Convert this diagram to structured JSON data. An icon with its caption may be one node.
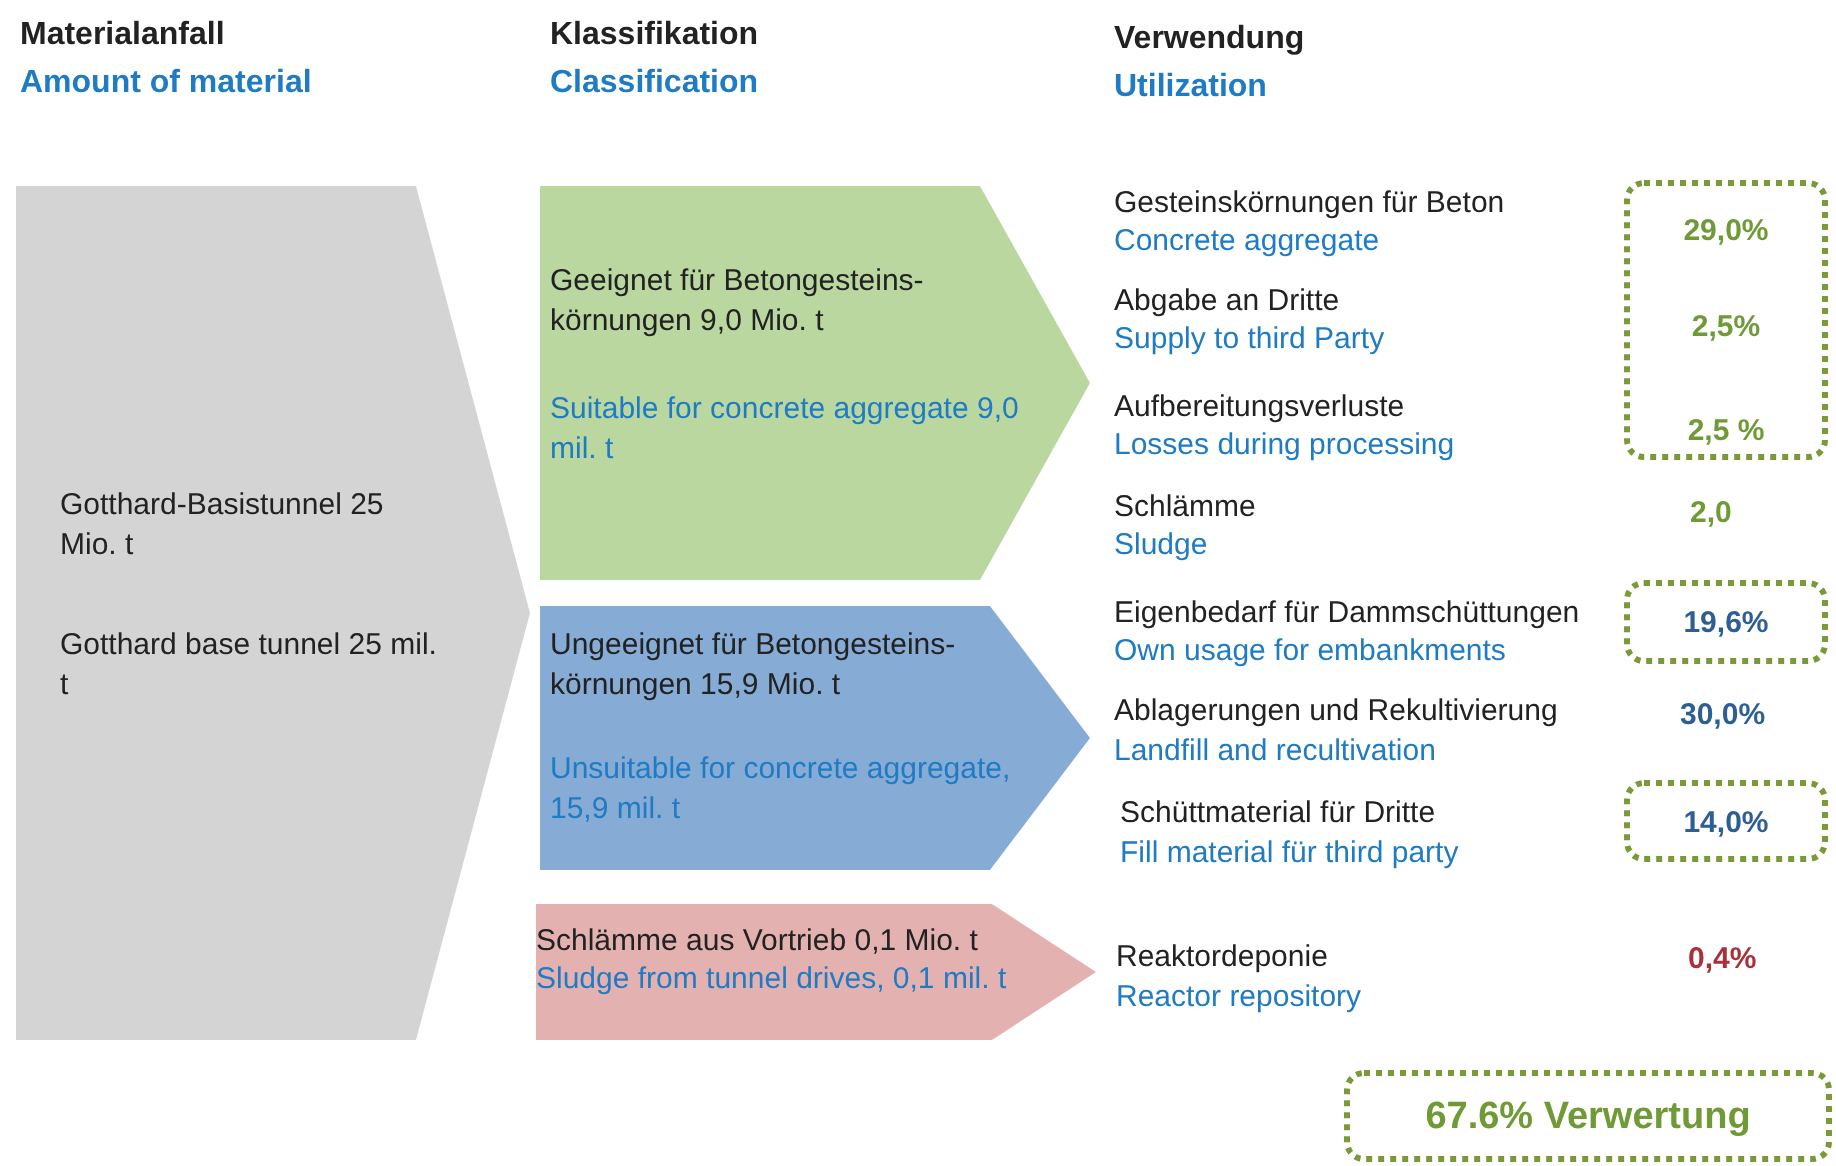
{
  "diagram": {
    "nodes": [
      {
        "text": [
          "Gotthard-Basistunnel 25 Mio. t",
          "Gotthard base tunnel 25 mil. t"
        ]
      },
      {
        "text": [
          "Geeignet für Betongesteins- körnungen 9,0 Mio. t",
          "Suitable for concrete aggregate 9,0 mil. t"
        ]
      },
      {
        "text": [
          "Ungeeignet für Betongesteins- körnungen 15,9 Mio. t",
          "Unsuitable for concrete aggregate, 15,9 mil. t"
        ]
      },
      {
        "text": [
          "Schlämme aus Vortrieb 0,1 Mio. t",
          "Sludge from tunnel drives, 0,1 mil. t"
        ]
      },
      {
        "text": [
          "29,0%",
          "2,5%",
          "2,5 %"
        ]
      },
      {
        "text": [
          "19,6%"
        ]
      },
      {
        "text": [
          "14,0%"
        ]
      },
      {
        "text": [
          "67.6% Verwertung"
        ]
      }
    ],
    "labels": [
      "Materialanfall",
      "Amount of material",
      "Klassifikation",
      "Classification",
      "Verwendung",
      "Utilization",
      "Gesteinskörnungen für Beton",
      "Concrete aggregate",
      "Abgabe an Dritte",
      "Supply to third Party",
      "Aufbereitungsverluste",
      "Losses during processing",
      "Schlämme",
      "Sludge",
      "2,0",
      "Eigenbedarf für Dammschüttungen",
      "Own usage for embankments",
      "Ablagerungen und Rekultivierung",
      "Landfill and recultivation",
      "30,0%",
      "Schüttmaterial für Dritte",
      "Fill material für third party",
      "Reaktordeponie",
      "Reactor repository",
      "0,4%"
    ]
  }
}
